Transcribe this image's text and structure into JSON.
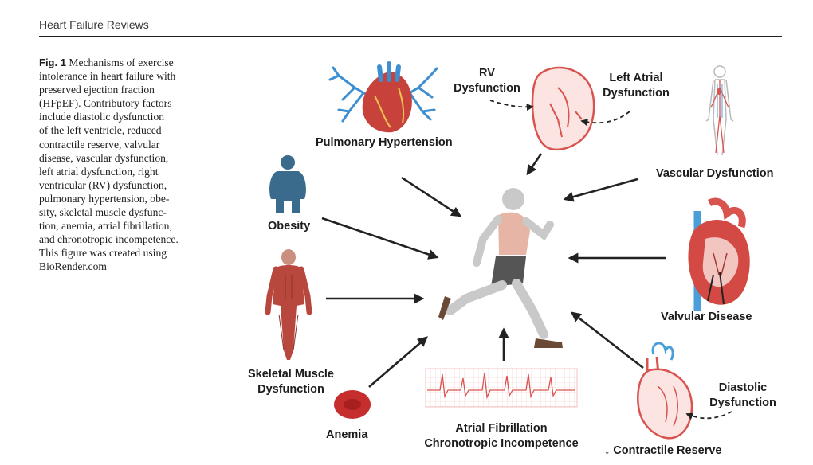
{
  "header": {
    "journal": "Heart Failure Reviews"
  },
  "caption": {
    "fig_label": "Fig. 1",
    "lines": [
      "Mechanisms of exercise",
      "intolerance in heart failure with",
      "preserved ejection fraction",
      "(HFpEF). Contributory factors",
      "include diastolic dysfunction",
      "of the left ventricle, reduced",
      "contractile reserve, valvular",
      "disease, vascular dysfunction,",
      "left atrial dysfunction, right",
      "ventricular (RV) dysfunction,",
      "pulmonary hypertension, obe-",
      "sity, skeletal muscle dysfunc-",
      "tion, anemia, atrial fibrillation,",
      "and chronotropic incompetence.",
      "This figure was created using",
      "BioRender.com"
    ]
  },
  "figure": {
    "pulmonary_hypertension": "Pulmonary Hypertension",
    "rv_dysfunction": [
      "RV",
      "Dysfunction"
    ],
    "left_atrial_dysfunction": [
      "Left Atrial",
      "Dysfunction"
    ],
    "vascular_dysfunction": "Vascular Dysfunction",
    "obesity": "Obesity",
    "valvular_disease": "Valvular Disease",
    "skeletal_muscle_dysfunction": [
      "Skeletal Muscle",
      "Dysfunction"
    ],
    "anemia": "Anemia",
    "atrial_fibrillation": "Atrial Fibrillation",
    "chronotropic_incompetence": "Chronotropic Incompetence",
    "diastolic_dysfunction": [
      "Diastolic",
      "Dysfunction"
    ],
    "contractile_reserve": "Contractile Reserve",
    "contractile_reserve_symbol": "↓"
  },
  "colors": {
    "arrow": "#222222",
    "heart_red": "#d9534f",
    "vessel_blue": "#4a9fd8",
    "body_blue": "#3a6b8c",
    "muscle": "#b8473e"
  }
}
